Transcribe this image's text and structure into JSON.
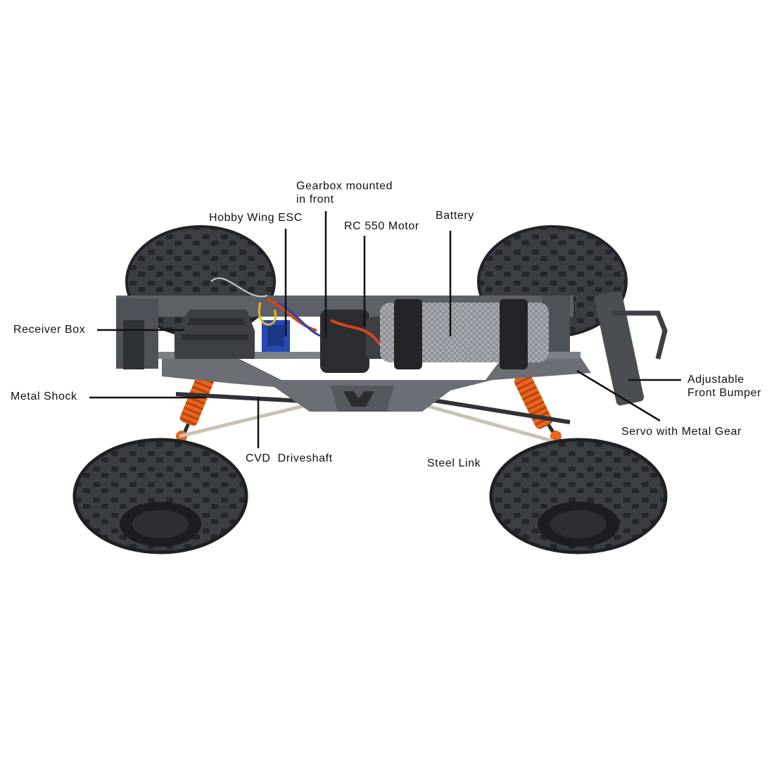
{
  "labels": {
    "gearbox_line1": "Gearbox mounted",
    "gearbox_line2": "in front",
    "esc": "Hobby Wing ESC",
    "motor": "RC 550 Motor",
    "battery": "Battery",
    "receiver_box": "Receiver Box",
    "metal_shock": "Metal Shock",
    "bumper_line1": "Adjustable",
    "bumper_line2": "Front Bumper",
    "servo": "Servo with Metal Gear",
    "cvd_driveshaft": "CVD  Driveshaft",
    "steel_link": "Steel Link"
  },
  "colors": {
    "background": "#ffffff",
    "text": "#111111",
    "leader_line": "#111111",
    "tire": "#3a3d42",
    "tire_tread": "#25272b",
    "chassis": "#6b6e74",
    "shock_spring": "#e8641c",
    "battery": "#9ea2a8",
    "wire_red": "#d8431a",
    "wire_blue": "#2748b8",
    "wire_yellow": "#e0b820"
  },
  "icons": {
    "illustration": "rc-rock-crawler-chassis"
  }
}
